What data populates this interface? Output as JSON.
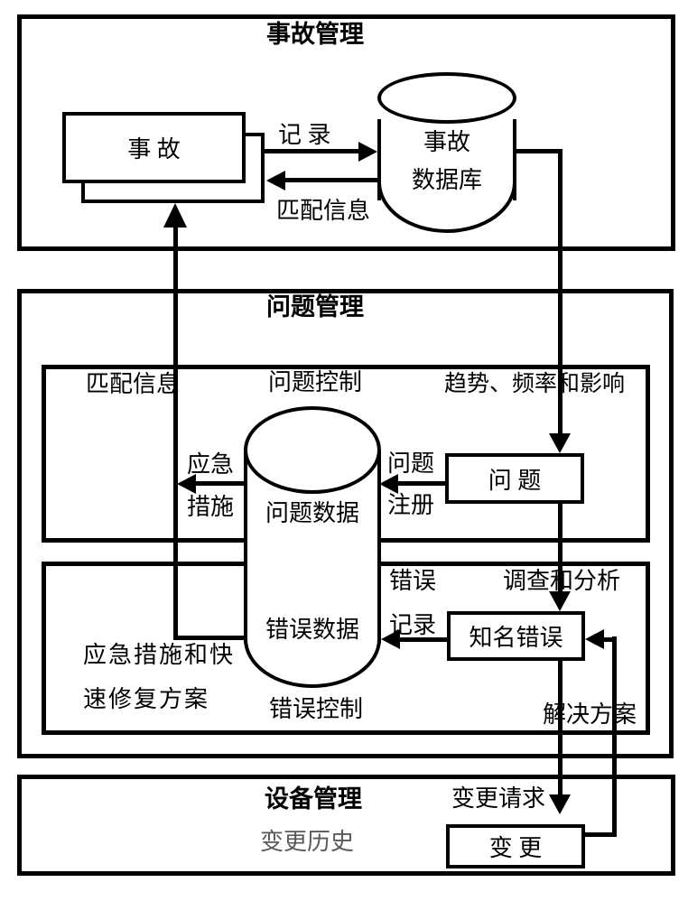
{
  "colors": {
    "line": "#000000",
    "background": "#ffffff",
    "muted_text": "#5a5a5a"
  },
  "incident": {
    "title": "事故管理",
    "box": "事 故",
    "record": "记 录",
    "match": "匹配信息",
    "db_line1": "事故",
    "db_line2": "数据库"
  },
  "problem": {
    "title": "问题管理",
    "match": "匹配信息",
    "control": "问题控制",
    "trend": "趋势、频率和影响",
    "urgent1": "应急",
    "urgent2": "措施",
    "reg1": "问题",
    "reg2": "注册",
    "box": "问 题",
    "problem_data": "问题数据",
    "err1": "错误",
    "err2": "记录",
    "investigate": "调查和分析",
    "known_error": "知名错误",
    "error_data": "错误数据",
    "quickfix1": "应急措施和快",
    "quickfix2": "速修复方案",
    "error_control": "错误控制",
    "solution": "解决方案"
  },
  "change": {
    "title": "设备管理",
    "request": "变更请求",
    "history": "变更历史",
    "box": "变 更"
  }
}
